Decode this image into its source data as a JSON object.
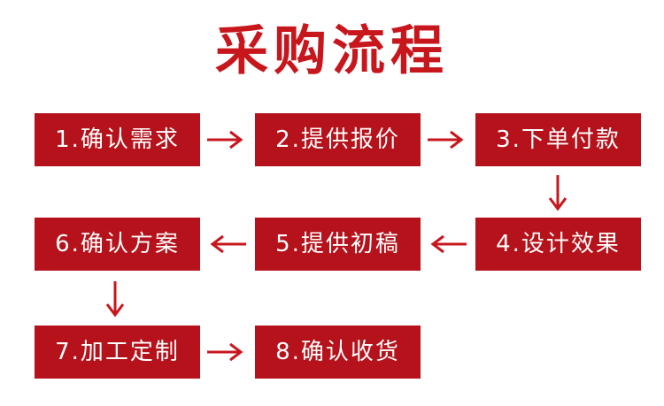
{
  "title": "采购流程",
  "steps": [
    {
      "label": "1.确认需求"
    },
    {
      "label": "2.提供报价"
    },
    {
      "label": "3.下单付款"
    },
    {
      "label": "4.设计效果"
    },
    {
      "label": "5.提供初稿"
    },
    {
      "label": "6.确认方案"
    },
    {
      "label": "7.加工定制"
    },
    {
      "label": "8.确认收货"
    }
  ],
  "colors": {
    "accent": "#b5121b",
    "title": "#c8161d",
    "arrow": "#c8161d",
    "text": "#ffffff"
  },
  "icons": {
    "connector": "arrow-icon"
  }
}
